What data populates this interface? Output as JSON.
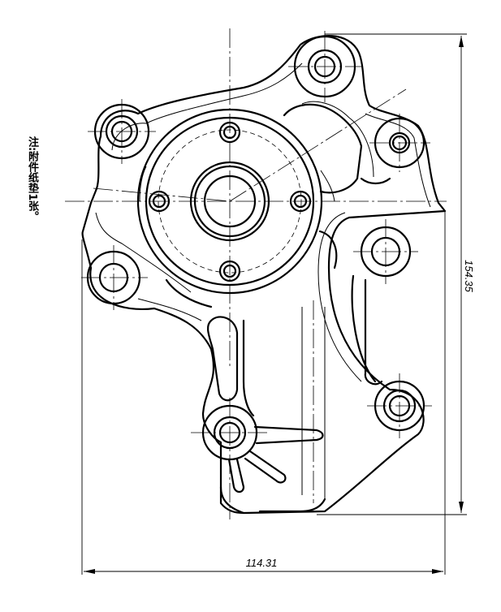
{
  "note": {
    "text": "注:附件纸垫1张。"
  },
  "dimensions": {
    "overall_width": "114.31",
    "overall_height": "154.35"
  },
  "colors": {
    "line": "#000000",
    "background": "#ffffff"
  }
}
